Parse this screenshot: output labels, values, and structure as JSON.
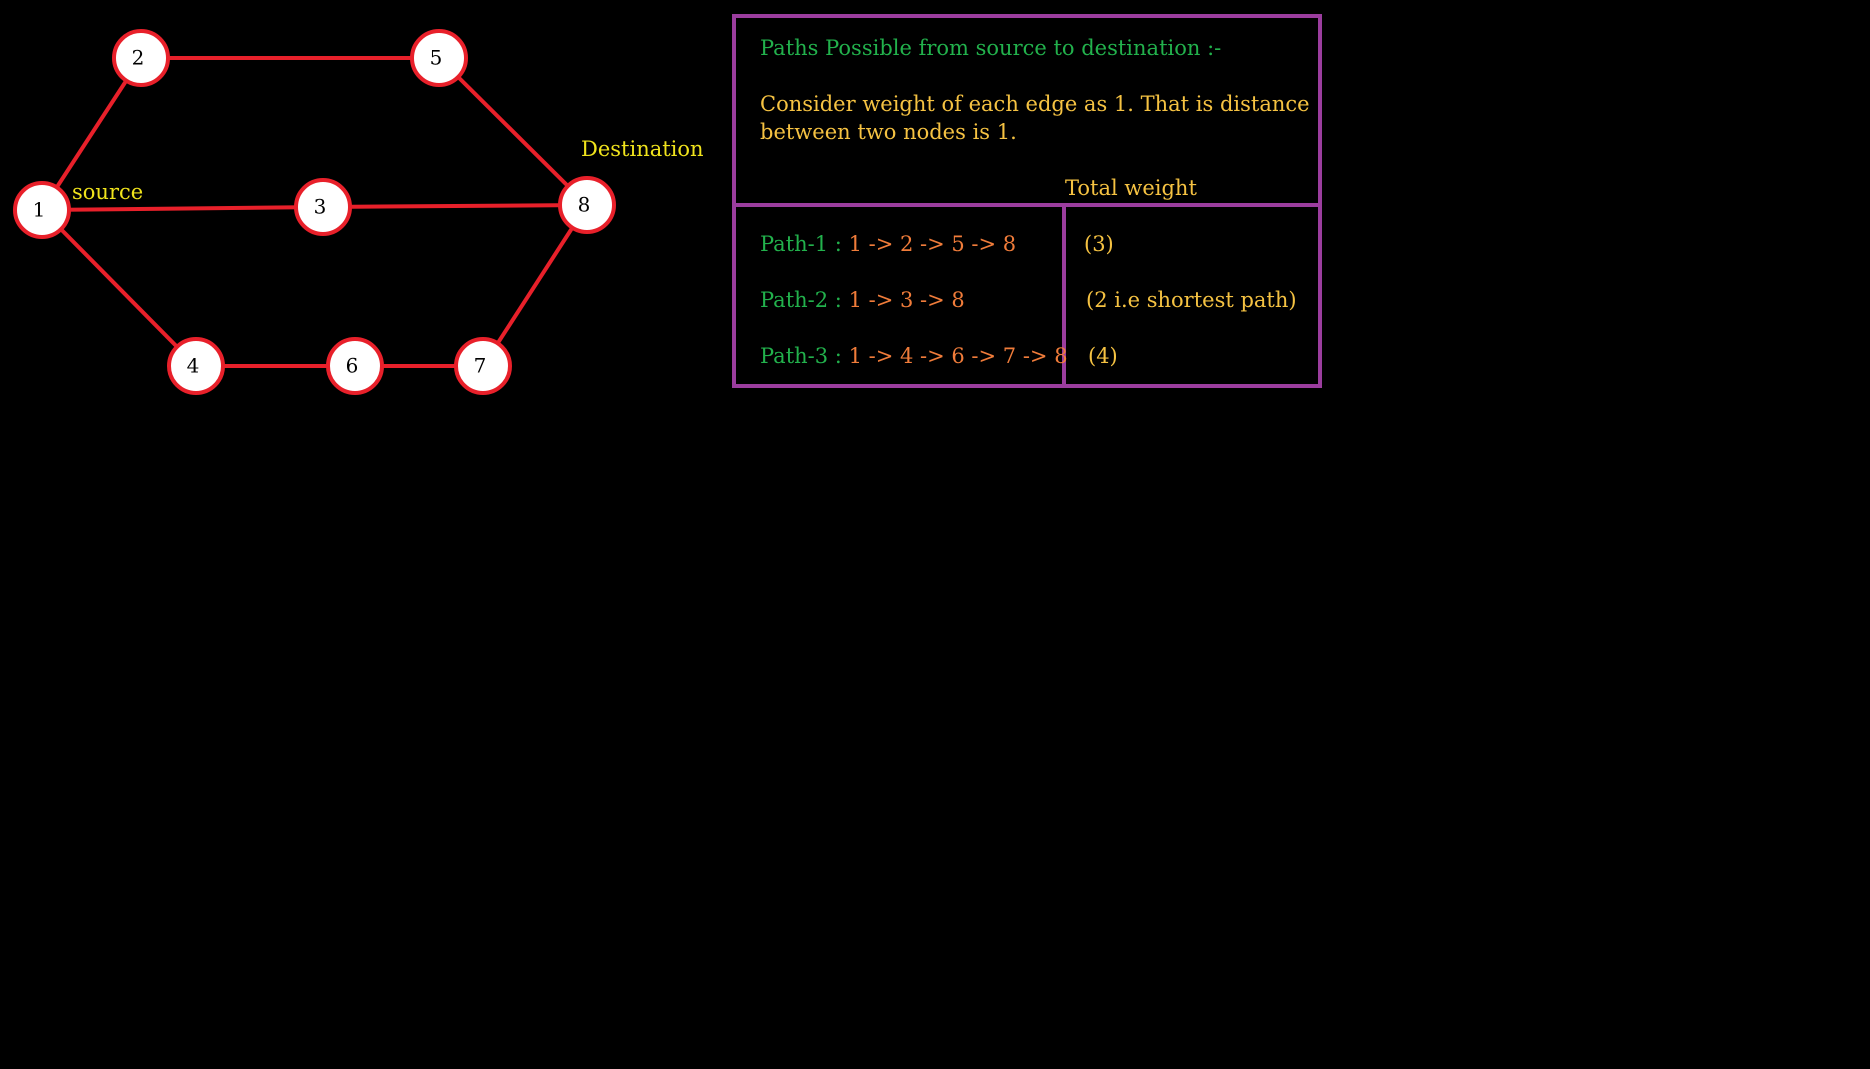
{
  "graph": {
    "nodes": [
      {
        "id": "1",
        "label": "1"
      },
      {
        "id": "2",
        "label": "2"
      },
      {
        "id": "3",
        "label": "3"
      },
      {
        "id": "4",
        "label": "4"
      },
      {
        "id": "5",
        "label": "5"
      },
      {
        "id": "6",
        "label": "6"
      },
      {
        "id": "7",
        "label": "7"
      },
      {
        "id": "8",
        "label": "8"
      }
    ],
    "edges": [
      [
        "1",
        "2"
      ],
      [
        "2",
        "5"
      ],
      [
        "5",
        "8"
      ],
      [
        "1",
        "3"
      ],
      [
        "3",
        "8"
      ],
      [
        "1",
        "4"
      ],
      [
        "4",
        "6"
      ],
      [
        "6",
        "7"
      ],
      [
        "7",
        "8"
      ]
    ],
    "source_label": "source",
    "destination_label": "Destination",
    "edge_color": "#e8202a",
    "node_fill": "#ffffff",
    "node_border": "#e8202a",
    "label_color": "#f0e31c"
  },
  "panel": {
    "heading": "Paths Possible from source to destination :-",
    "note_line1": "Consider weight of each edge as 1. That is distance",
    "note_line2": "between two nodes is 1.",
    "weight_header": "Total weight",
    "paths": [
      {
        "name": "Path-1 :",
        "route": "1 -> 2 -> 5 -> 8",
        "weight": "(3)"
      },
      {
        "name": "Path-2 :",
        "route": "1 -> 3 -> 8",
        "weight": "(2 i.e shortest path)"
      },
      {
        "name": "Path-3 :",
        "route": "1 -> 4 -> 6 -> 7 -> 8",
        "weight": "(4)"
      }
    ],
    "border_color": "#9b3d9e"
  }
}
